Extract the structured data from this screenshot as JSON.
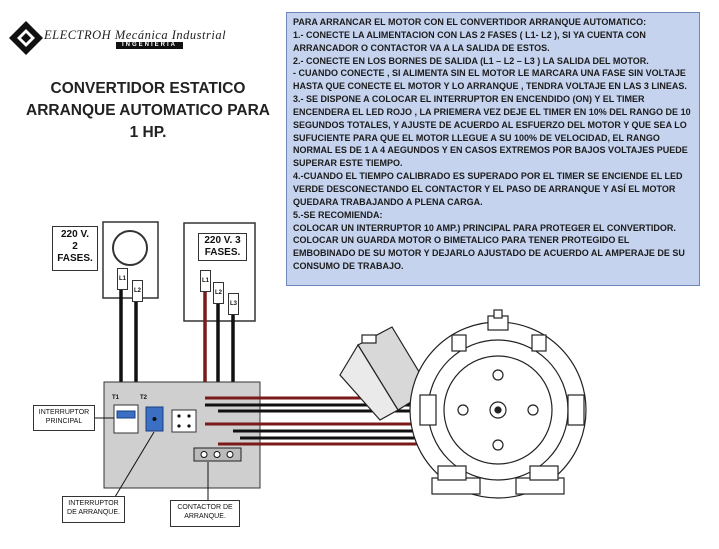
{
  "logo": {
    "company": "ELECTROH Mecánica Industrial",
    "subtitle": "INGENIERIA"
  },
  "title": {
    "line1": "CONVERTIDOR ESTATICO",
    "line2": "ARRANQUE AUTOMATICO PARA",
    "line3": "1 HP."
  },
  "instructions": "PARA ARRANCAR EL MOTOR CON EL CONVERTIDOR ARRANQUE AUTOMATICO:\n1.- CONECTE LA ALIMENTACION CON LAS 2 FASES ( L1- L2 ), SI YA CUENTA CON ARRANCADOR O CONTACTOR VA A LA SALIDA DE ESTOS.\n2.- CONECTE EN LOS BORNES DE SALIDA (L1 – L2 – L3 ) LA SALIDA DEL MOTOR.\n- CUANDO CONECTE , SI ALIMENTA SIN EL MOTOR LE MARCARA UNA FASE SIN VOLTAJE HASTA QUE CONECTE EL MOTOR Y LO ARRANQUE , TENDRA VOLTAJE EN LAS 3 LINEAS.\n3.- SE DISPONE A COLOCAR  EL  INTERRUPTOR EN ENCENDIDO (ON) Y EL TIMER ENCENDERA EL LED ROJO , LA PRIEMERA VEZ DEJE EL TIMER EN 10% DEL RANGO DE 10 SEGUNDOS TOTALES, Y AJUSTE DE ACUERDO AL ESFUERZO DEL MOTOR Y QUE SEA LO SUFUCIENTE PARA QUE EL MOTOR LLEGUE A SU 100% DE VELOCIDAD, EL RANGO NORMAL ES DE 1 A 4 AEGUNDOS Y EN CASOS EXTREMOS POR BAJOS VOLTAJES  PUEDE SUPERAR ESTE TIEMPO.\n4.-CUANDO  EL TIEMPO CALIBRADO ES SUPERADO POR EL TIMER SE ENCIENDE EL LED VERDE DESCONECTANDO EL CONTACTOR Y EL PASO DE ARRANQUE  Y ASÍ EL MOTOR QUEDARA TRABAJANDO  A PLENA CARGA.\n5.-SE RECOMIENDA:\n COLOCAR UN INTERRUPTOR 10 AMP.) PRINCIPAL PARA PROTEGER EL CONVERTIDOR.\n COLOCAR  UN GUARDA MOTOR O BIMETALICO PARA TENER PROTEGIDO EL EMBOBINADO DE SU MOTOR Y DEJARLO AJUSTADO DE ACUERDO AL AMPERAJE DE SU CONSUMO DE TRABAJO.",
  "diagram": {
    "supply_2": "220 V.\n2\nFASES.",
    "supply_3": "220 V. 3\nFASES.",
    "meter_left_l1": "L1",
    "meter_left_l2": "L2",
    "meter_right_l1": "L1",
    "meter_right_l2": "L2",
    "meter_right_l3": "L3",
    "t1": "T1",
    "t2": "T2",
    "label_main_switch": "INTERRUPTOR\nPRINCIPAL",
    "label_start_switch": "INTERRUPTOR\nDE ARRANQUE.",
    "label_contactor": "CONTACTOR DE\nARRANQUE."
  },
  "colors": {
    "panel_bg": "#c5d3ee",
    "wire_red": "#8b1a1a",
    "wire_black": "#111111",
    "switch_blue": "#3a6fc4"
  }
}
